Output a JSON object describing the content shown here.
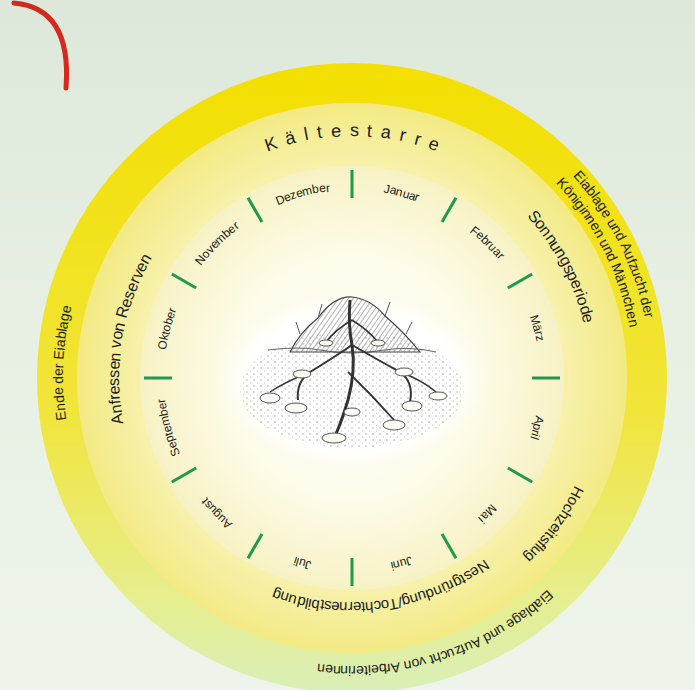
{
  "diagram": {
    "nodes": [
      {
        "text": [
          "Eiablage und Aufzucht der Königinnen und Männchen",
          "Eiablage und Aufzucht von Arbeiterinnen",
          "Ende der Eiablage"
        ]
      },
      {
        "text": [
          "Kältestarre",
          "Sonnungsperiode",
          "Hochzeitsflug",
          "Nestgründung/Tochternestbildung",
          "Anfressen von Reserven"
        ],
        "in": 0
      },
      {
        "text": [
          "Januar",
          "Februar",
          "März",
          "April",
          "Mai",
          "Juni",
          "Juli",
          "August",
          "September",
          "Oktober",
          "November",
          "Dezember"
        ],
        "in": 1
      }
    ]
  }
}
